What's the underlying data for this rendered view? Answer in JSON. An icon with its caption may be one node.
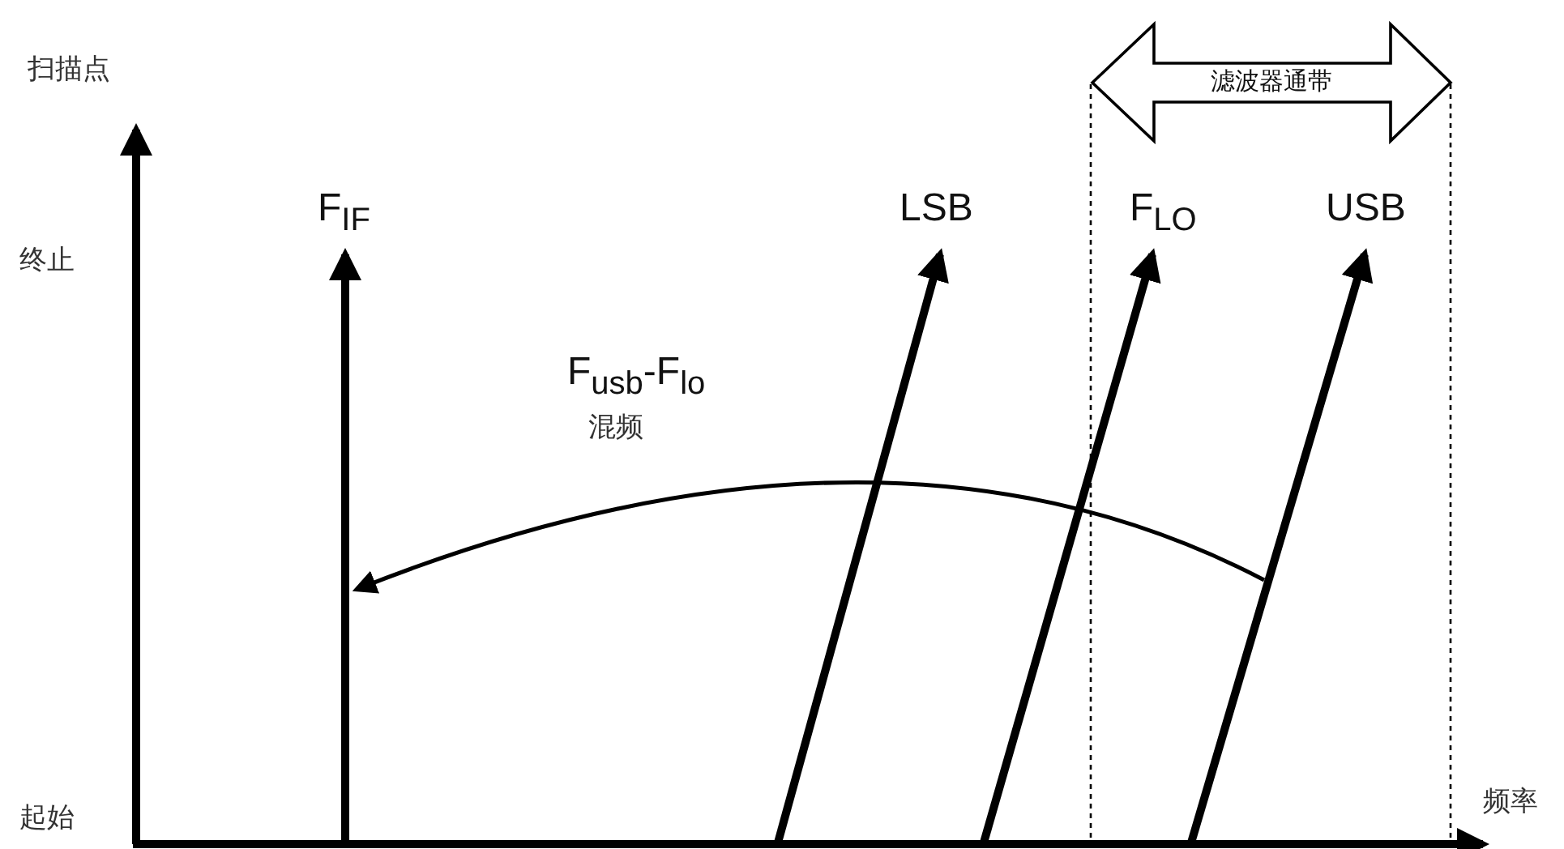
{
  "diagram": {
    "nodes": [
      {
        "text": [
          "F$_{IF}$"
        ]
      },
      {
        "text": [
          "LSB"
        ]
      },
      {
        "text": [
          "F$_{LO}$"
        ]
      },
      {
        "text": [
          "USB"
        ]
      },
      {
        "text": [
          "滤波器通带"
        ]
      }
    ],
    "edges": [
      {
        "from": null,
        "to": 0,
        "arrow": "to"
      },
      {
        "from": null,
        "to": 1,
        "arrow": "to"
      },
      {
        "from": null,
        "to": 2,
        "arrow": "to"
      },
      {
        "from": null,
        "to": 3,
        "arrow": "to"
      }
    ],
    "labels": [
      "扫描点",
      "终止",
      "起始",
      "频率",
      "F$_{usb}$-F$_{lo}$",
      "混频"
    ]
  }
}
